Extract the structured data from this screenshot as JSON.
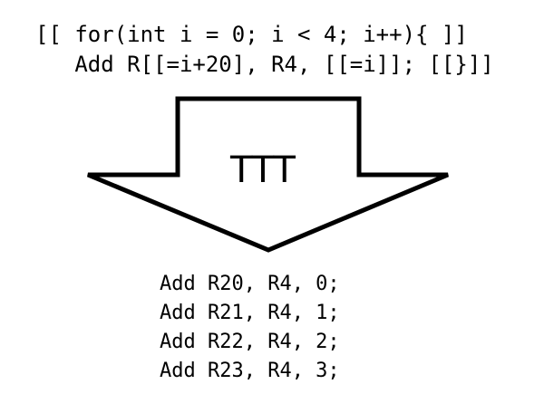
{
  "template": {
    "lines": [
      "[[ for(int i = 0; i < 4; i++){ ]]",
      "   Add R[[=i+20], R4, [[=i]]; [[}]]"
    ]
  },
  "arrow": {
    "label": "TTT",
    "stroke_color": "#000000",
    "fill_color": "#ffffff"
  },
  "output": {
    "lines": [
      "Add R20, R4, 0;",
      "Add R21, R4, 1;",
      "Add R22, R4, 2;",
      "Add R23, R4, 3;"
    ]
  }
}
